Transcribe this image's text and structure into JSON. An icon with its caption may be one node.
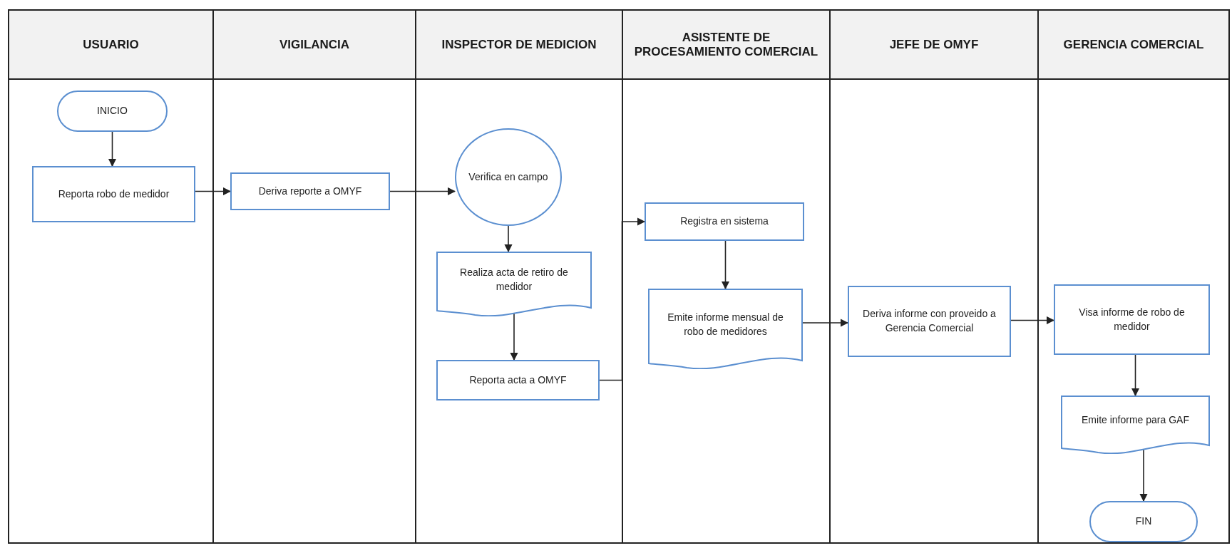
{
  "diagram": {
    "nodes": [
      {
        "text": [
          "USUARIO"
        ]
      },
      {
        "text": [
          "VIGILANCIA"
        ]
      },
      {
        "text": [
          "INSPECTOR DE MEDICION"
        ]
      },
      {
        "text": [
          "ASISTENTE DE PROCESAMIENTO COMERCIAL"
        ]
      },
      {
        "text": [
          "JEFE DE OMYF"
        ]
      },
      {
        "text": [
          "GERENCIA COMERCIAL"
        ]
      },
      {
        "text": [
          "INICIO"
        ],
        "in": 0
      },
      {
        "text": [
          "Reporta robo de medidor"
        ],
        "in": 0
      },
      {
        "text": [
          "Deriva reporte a OMYF"
        ],
        "in": 1
      },
      {
        "text": [
          "Verifica en campo"
        ],
        "in": 2
      },
      {
        "text": [
          "Realiza acta de retiro de medidor"
        ],
        "in": 2
      },
      {
        "text": [
          "Reporta acta a OMYF"
        ],
        "in": 2
      },
      {
        "text": [
          "Registra en sistema"
        ],
        "in": 3
      },
      {
        "text": [
          "Emite informe mensual de robo de medidores"
        ],
        "in": 3
      },
      {
        "text": [
          "Deriva informe con proveido a Gerencia Comercial"
        ],
        "in": 4
      },
      {
        "text": [
          "Visa informe de robo de medidor"
        ],
        "in": 5
      },
      {
        "text": [
          "Emite informe para GAF"
        ],
        "in": 5
      },
      {
        "text": [
          "FIN"
        ],
        "in": 5
      }
    ],
    "edges": [
      {
        "from": 6,
        "to": 7,
        "arrow": "to"
      },
      {
        "from": 7,
        "to": 8,
        "arrow": "to"
      },
      {
        "from": 8,
        "to": 9,
        "arrow": "to"
      },
      {
        "from": 9,
        "to": 10,
        "arrow": "to"
      },
      {
        "from": 10,
        "to": 11,
        "arrow": "to"
      },
      {
        "from": 11,
        "to": 12,
        "arrow": "to"
      },
      {
        "from": 12,
        "to": 13,
        "arrow": "to"
      },
      {
        "from": 13,
        "to": 14,
        "arrow": "to"
      },
      {
        "from": 14,
        "to": 15,
        "arrow": "to"
      },
      {
        "from": 15,
        "to": 16,
        "arrow": "to"
      },
      {
        "from": 16,
        "to": 17,
        "arrow": "to"
      }
    ]
  }
}
